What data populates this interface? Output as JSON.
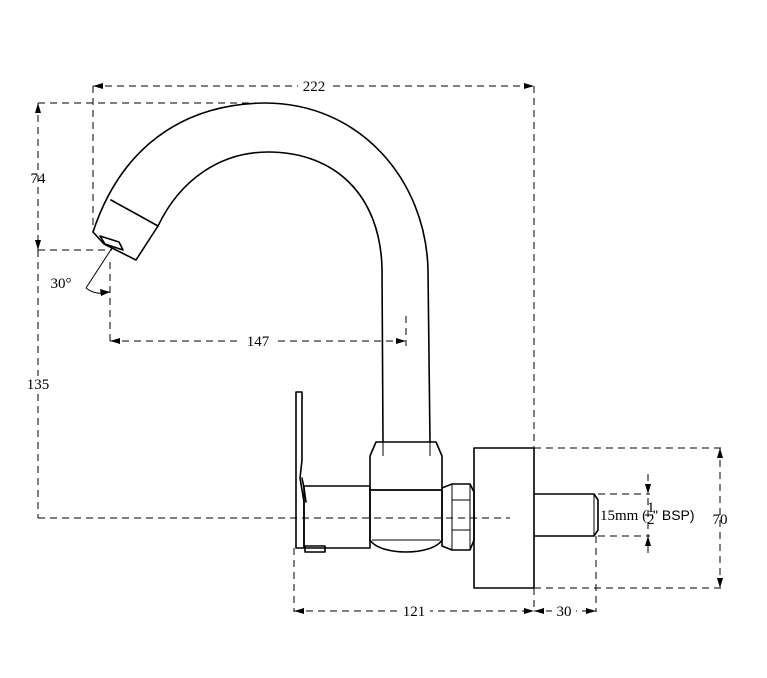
{
  "dimensions": {
    "overall_width": "222",
    "spout_height": "74",
    "spout_angle": "30°",
    "spout_reach": "147",
    "total_height": "135",
    "body_depth": "121",
    "flange_depth": "30",
    "flange_height": "70",
    "inlet_prefix": "15mm (",
    "inlet_frac_num": "1",
    "inlet_frac_den": "2",
    "inlet_suffix": "\" BSP)"
  }
}
